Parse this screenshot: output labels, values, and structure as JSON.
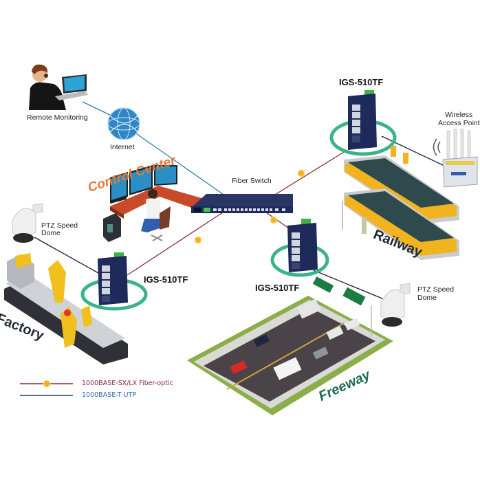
{
  "title": "IGS-510TF Industrial Network Application Diagram",
  "colors": {
    "fiber_line": "#8b2d3a",
    "utp_line": "#1f3b7a",
    "internet_line": "#2a7fa5",
    "fiber_connector": "#f2b01e",
    "ring": "#3bb38a",
    "device_navy": "#1e2a5a",
    "control_center_text": "#e07a3a",
    "freeway_text": "#1f6b55",
    "legend_fiber_text": "#8b2340",
    "legend_utp_text": "#2a6fa0"
  },
  "nodes": {
    "remote_monitoring": {
      "label": "Remote Monitoring",
      "icon": "person-laptop-icon"
    },
    "internet": {
      "label": "Internet",
      "icon": "globe-icon"
    },
    "control_center": {
      "label": "Control Center",
      "icon": "operator-desk-icon"
    },
    "fiber_switch": {
      "label": "Fiber Switch",
      "icon": "rack-switch-icon"
    },
    "igs_railway": {
      "label": "IGS-510TF",
      "icon": "industrial-switch-icon"
    },
    "igs_factory": {
      "label": "IGS-510TF",
      "icon": "industrial-switch-icon"
    },
    "igs_freeway": {
      "label": "IGS-510TF",
      "icon": "industrial-switch-icon"
    },
    "wireless_ap": {
      "label_line1": "Wireless",
      "label_line2": "Access Point",
      "icon": "wireless-router-icon"
    },
    "ptz_factory": {
      "label_line1": "PTZ Speed",
      "label_line2": "Dome",
      "icon": "ptz-camera-icon"
    },
    "ptz_freeway": {
      "label_line1": "PTZ Speed",
      "label_line2": "Dome",
      "icon": "ptz-camera-icon"
    }
  },
  "areas": {
    "factory": "Factory",
    "railway": "Railway",
    "freeway": "Freeway"
  },
  "links": [
    {
      "from": "remote_monitoring",
      "to": "internet",
      "type": "internet"
    },
    {
      "from": "internet",
      "to": "fiber_switch",
      "type": "internet"
    },
    {
      "from": "fiber_switch",
      "to": "igs_railway",
      "type": "fiber"
    },
    {
      "from": "fiber_switch",
      "to": "igs_factory",
      "type": "fiber"
    },
    {
      "from": "fiber_switch",
      "to": "igs_freeway",
      "type": "fiber"
    },
    {
      "from": "igs_railway",
      "to": "wireless_ap",
      "type": "utp"
    },
    {
      "from": "igs_factory",
      "to": "ptz_factory",
      "type": "utp"
    },
    {
      "from": "igs_freeway",
      "to": "ptz_freeway",
      "type": "utp"
    }
  ],
  "legend": [
    {
      "label": "1000BASE-SX/LX Fiber-optic",
      "type": "fiber"
    },
    {
      "label": "1000BASE-T UTP",
      "type": "utp"
    }
  ]
}
